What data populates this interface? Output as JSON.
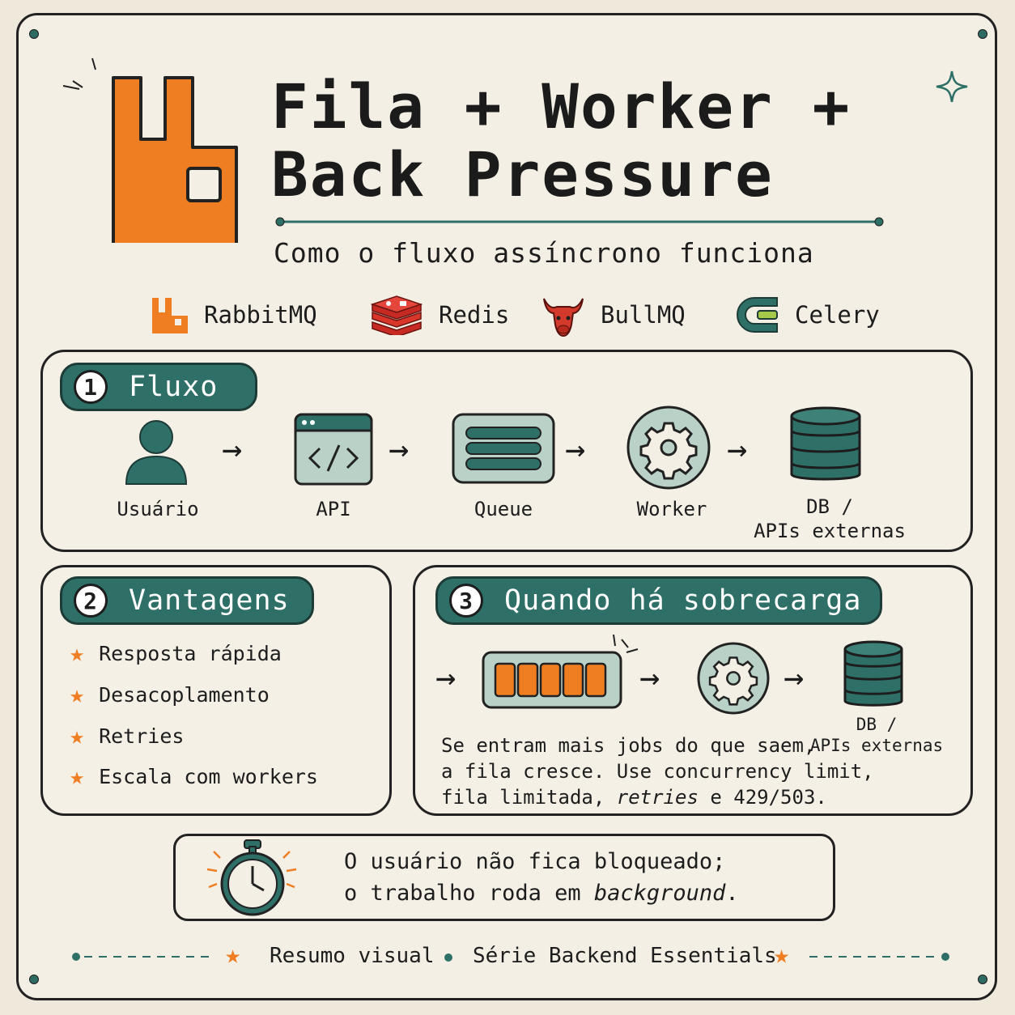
{
  "header": {
    "title_line1": "Fila + Worker +",
    "title_line2": "Back Pressure",
    "subtitle": "Como o fluxo assíncrono funciona"
  },
  "technologies": [
    {
      "name": "RabbitMQ",
      "icon": "rabbitmq-icon"
    },
    {
      "name": "Redis",
      "icon": "redis-icon"
    },
    {
      "name": "BullMQ",
      "icon": "bull-icon"
    },
    {
      "name": "Celery",
      "icon": "celery-icon"
    }
  ],
  "section1": {
    "number": "1",
    "title": "Fluxo",
    "steps": [
      {
        "label": "Usuário",
        "icon": "user-icon"
      },
      {
        "label": "API",
        "icon": "code-window-icon"
      },
      {
        "label": "Queue",
        "icon": "queue-icon"
      },
      {
        "label": "Worker",
        "icon": "gear-icon"
      },
      {
        "label_line1": "DB /",
        "label_line2": "APIs externas",
        "icon": "database-icon"
      }
    ]
  },
  "section2": {
    "number": "2",
    "title": "Vantagens",
    "items": [
      "Resposta rápida",
      "Desacoplamento",
      "Retries",
      "Escala com workers"
    ]
  },
  "section3": {
    "number": "3",
    "title": "Quando há sobrecarga",
    "db_label_line1": "DB /",
    "db_label_line2": "APIs externas",
    "text_line1": "Se entram mais jobs do que saem,",
    "text_line2": "a fila cresce. Use concurrency limit,",
    "text_line3_a": "fila limitada, ",
    "text_line3_em": "retries",
    "text_line3_b": " e 429/503."
  },
  "note": {
    "line1": "O usuário não fica bloqueado;",
    "line2_a": "o trabalho roda em ",
    "line2_em": "background",
    "line2_b": "."
  },
  "footer": {
    "left": "Resumo visual",
    "right": "Série Backend Essentials"
  },
  "colors": {
    "accent_orange": "#ef7d22",
    "teal": "#2e7068",
    "background": "#f3efe4"
  }
}
